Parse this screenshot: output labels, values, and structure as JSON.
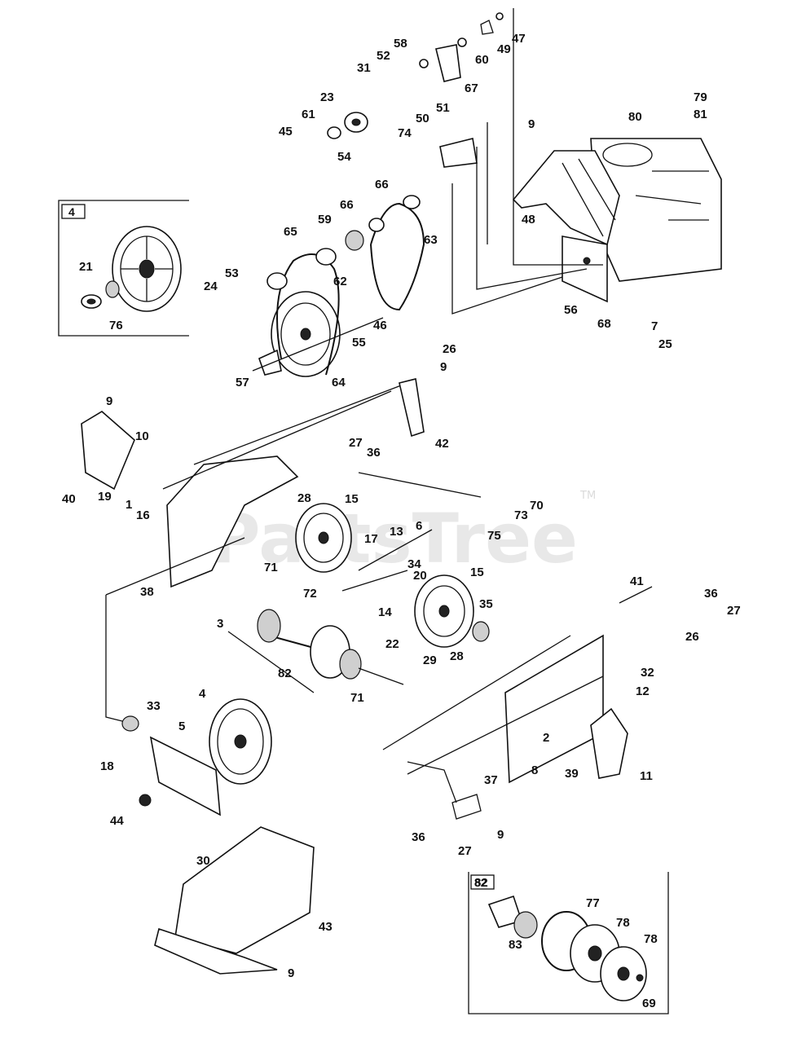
{
  "diagram": {
    "watermark": "PartsTree",
    "trademark": "TM",
    "inset_engine_pulley_tag": "4",
    "inset_hub_tag": "82",
    "part_labels": [
      "47",
      "49",
      "58",
      "60",
      "52",
      "31",
      "67",
      "23",
      "61",
      "45",
      "54",
      "50",
      "51",
      "74",
      "79",
      "81",
      "80",
      "9",
      "48",
      "66",
      "66",
      "65",
      "59",
      "63",
      "53",
      "62",
      "24",
      "46",
      "55",
      "57",
      "64",
      "56",
      "68",
      "7",
      "25",
      "21",
      "76",
      "26",
      "9",
      "9",
      "10",
      "42",
      "27",
      "36",
      "40",
      "19",
      "1",
      "16",
      "28",
      "15",
      "70",
      "73",
      "75",
      "38",
      "17",
      "13",
      "6",
      "71",
      "34",
      "72",
      "20",
      "15",
      "35",
      "3",
      "14",
      "28",
      "22",
      "82",
      "29",
      "71",
      "41",
      "36",
      "27",
      "26",
      "32",
      "12",
      "33",
      "4",
      "5",
      "2",
      "18",
      "44",
      "8",
      "39",
      "11",
      "37",
      "36",
      "9",
      "27",
      "30",
      "43",
      "9",
      "82",
      "77",
      "83",
      "78",
      "78",
      "69"
    ]
  }
}
